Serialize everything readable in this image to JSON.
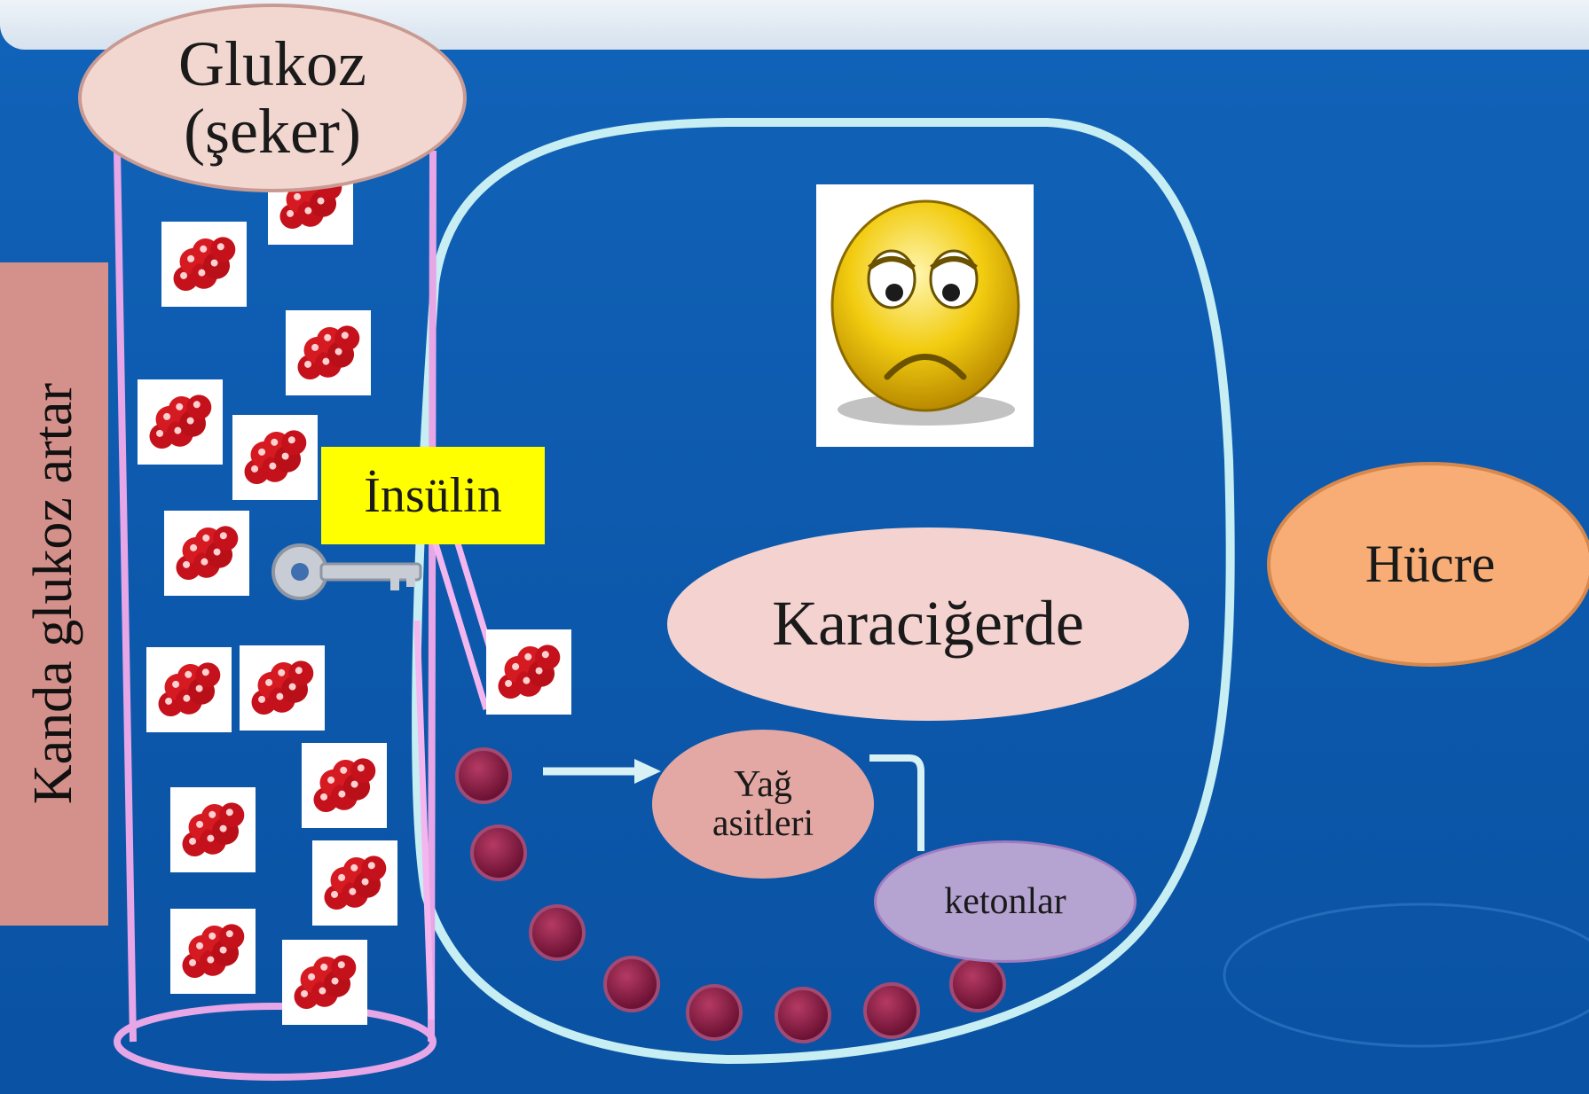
{
  "labels": {
    "glucose_line1": "Glukoz",
    "glucose_line2": "(şeker)",
    "blood_glucose": "Kanda glukoz artar",
    "insulin": "İnsülin",
    "liver": "Karaciğerde",
    "fatty_acids_line1": "Yağ",
    "fatty_acids_line2": "asitleri",
    "ketones": "ketonlar",
    "cell": "Hücre"
  },
  "icons": {
    "glucose_molecule": "glucose-molecule-icon",
    "insulin_key": "key-icon",
    "sad_face": "sad-face-icon"
  },
  "colors": {
    "background": "#0d5aae",
    "cell_membrane": "#c7eef2",
    "vessel": "#e7a6e6",
    "insulin_highlight": "#ffff00",
    "fat_particle": "#8b1f45"
  }
}
